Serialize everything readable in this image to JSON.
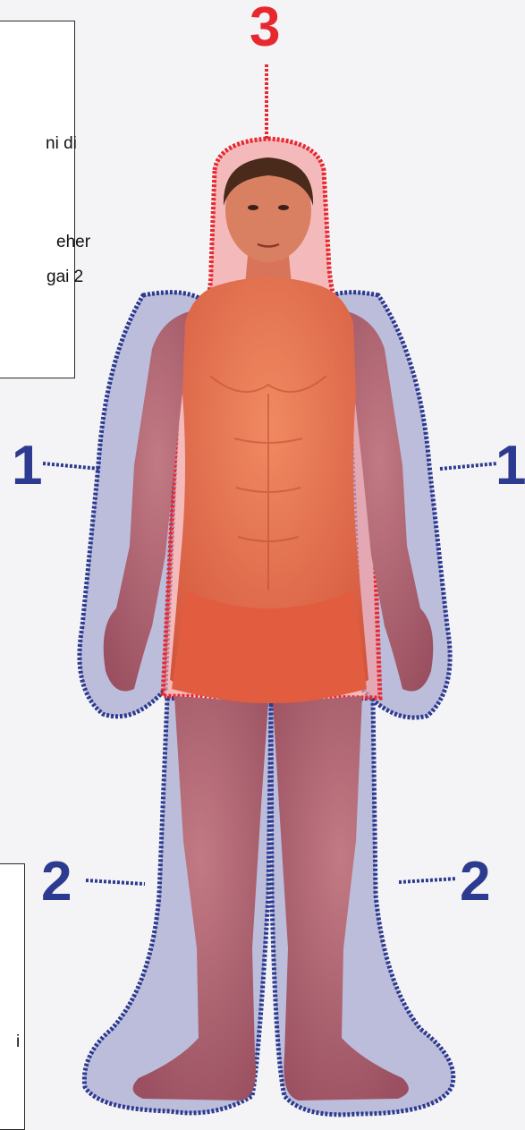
{
  "text_box_top": {
    "lines": [
      "ni di",
      "eher",
      "gai 2"
    ]
  },
  "text_box_bottom": {
    "lines": [
      "i"
    ]
  },
  "labels": {
    "head": "3",
    "arm_left": "1",
    "arm_right": "1",
    "leg_left": "2",
    "leg_right": "2"
  },
  "colors": {
    "region_red": "#e8282f",
    "region_red_fill": "#f4a0a3",
    "region_blue": "#2c3a8f",
    "region_blue_fill": "#a9abd2",
    "skin": "#b06070",
    "torso": "#e56a4a",
    "hair": "#4a2a1a"
  }
}
